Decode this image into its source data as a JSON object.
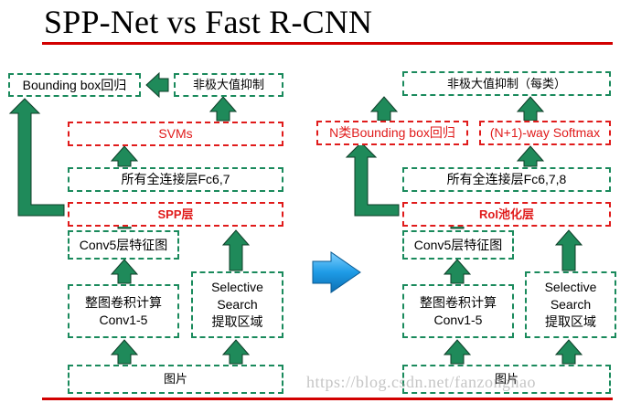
{
  "title": "SPP-Net vs Fast R-CNN",
  "left": {
    "bbox_regression": "Bounding box回归",
    "nms": "非极大值抑制",
    "svms": "SVMs",
    "fc": "所有全连接层Fc6,7",
    "pool": "SPP层",
    "conv5": "Conv5层特征图",
    "conv_line1": "整图卷积计算",
    "conv_line2": "Conv1-5",
    "ss_line1": "Selective",
    "ss_line2": "Search",
    "ss_line3": "提取区域",
    "image": "图片"
  },
  "right": {
    "nms": "非极大值抑制（每类）",
    "bbox_regression": "N类Bounding box回归",
    "softmax": "(N+1)-way Softmax",
    "fc": "所有全连接层Fc6,7,8",
    "pool": "RoI池化层",
    "conv5": "Conv5层特征图",
    "conv_line1": "整图卷积计算",
    "conv_line2": "Conv1-5",
    "ss_line1": "Selective",
    "ss_line2": "Search",
    "ss_line3": "提取区域",
    "image": "图片"
  },
  "watermark": "https://blog.csdn.net/fanzonghao",
  "colors": {
    "green_border": "#1a8a5c",
    "red_border": "#e01b1b",
    "arrow_fill": "#1f8a5a",
    "arrow_blue": "#2aa0e0",
    "rule": "#d20000"
  }
}
